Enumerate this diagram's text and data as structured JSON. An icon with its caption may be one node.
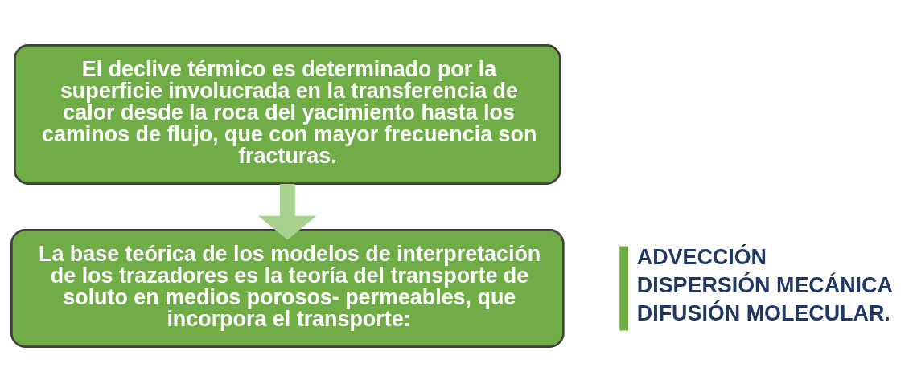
{
  "diagram": {
    "nodes": [
      {
        "text": [
          "El declive térmico es determinado por la superficie involucrada en la transferencia de calor desde la roca del yacimiento hasta los caminos de flujo, que con mayor frecuencia son fracturas."
        ]
      },
      {
        "text": [
          "La base teórica de los modelos de interpretación de los trazadores es la teoría del transporte de soluto en medios porosos- permeables, que incorpora el transporte:"
        ]
      }
    ],
    "edges": [
      {
        "from": 0,
        "to": 1,
        "arrow": "to"
      }
    ],
    "labels": [
      "ADVECCIÓN",
      "DISPERSIÓN MECÁNICA",
      "DIFUSIÓN MOLECULAR."
    ]
  }
}
